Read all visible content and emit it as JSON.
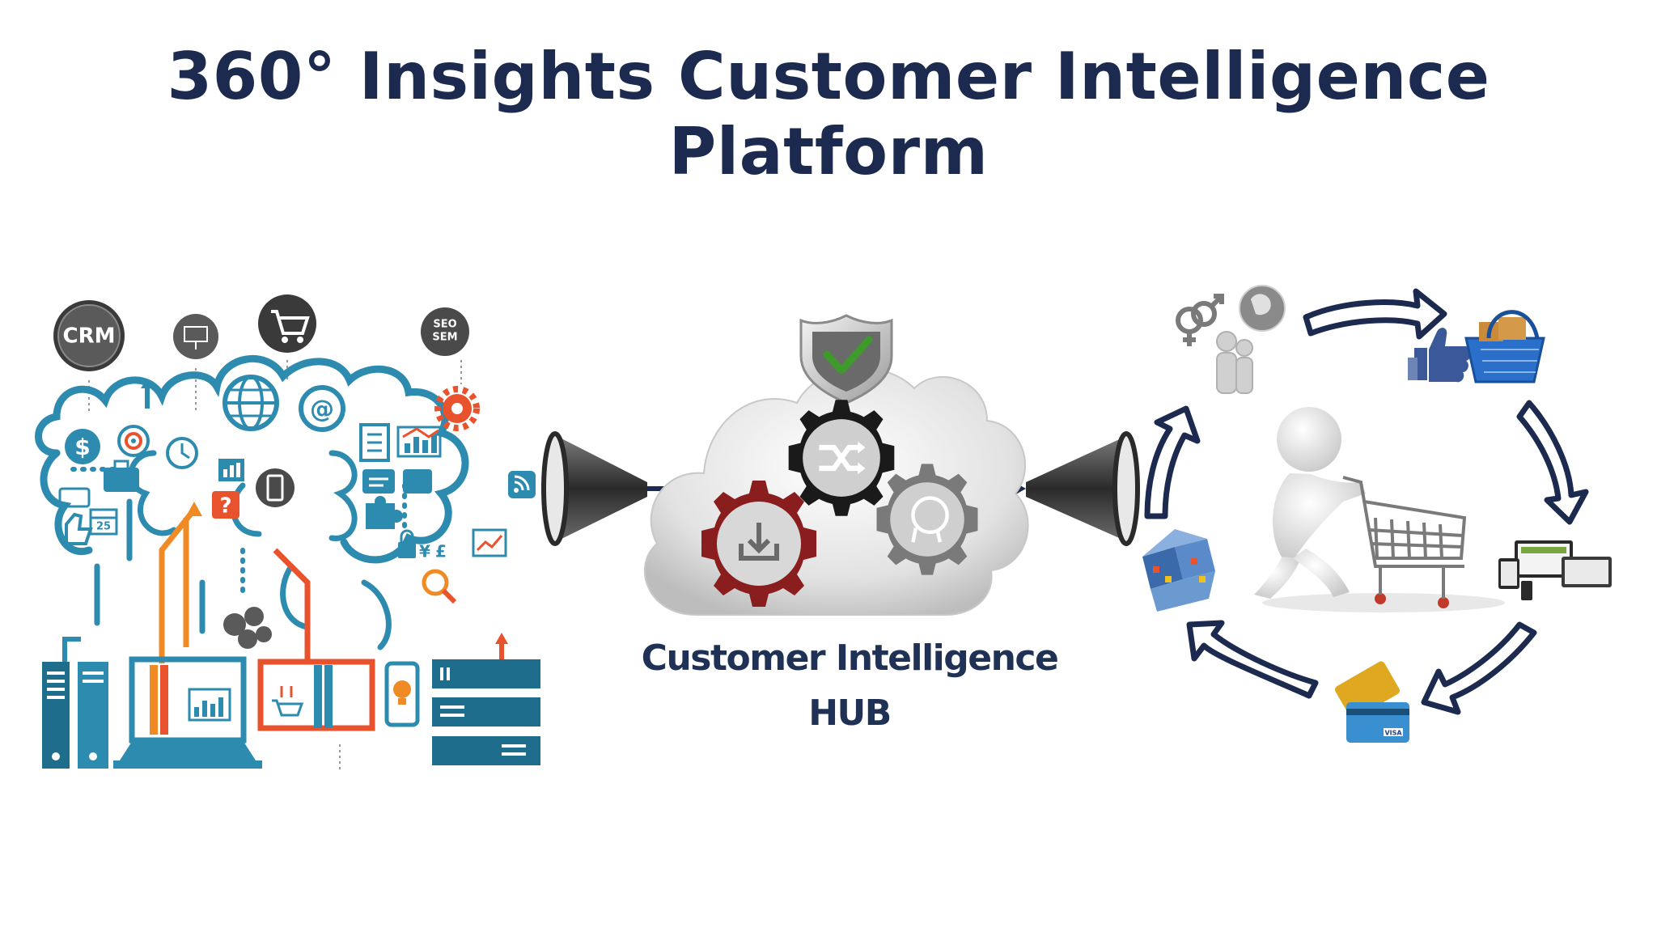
{
  "title": "360° Insights Customer Intelligence Platform",
  "hub": {
    "label_line1": "Customer Intelligence",
    "label_line2": "HUB"
  },
  "sources": {
    "badges": [
      "CRM",
      "SEO",
      "SEM"
    ],
    "icon_names": [
      "crm-badge",
      "presentation-icon",
      "shopping-cart-icon",
      "seo-sem-badge",
      "dollar-icon",
      "target-icon",
      "briefcase-icon",
      "clock-icon",
      "globe-icon",
      "at-sign-icon",
      "gear-icon",
      "document-icon",
      "bar-chart-icon",
      "chat-bubble-icon",
      "puzzle-icon",
      "thumbs-up-icon",
      "calendar-icon",
      "question-icon",
      "mobile-icon",
      "lock-icon",
      "magnifier-icon",
      "rss-icon",
      "social-network-icon",
      "server-icon",
      "laptop-icon",
      "storefront-icon",
      "lightbulb-icon",
      "server-rack-icon"
    ],
    "calendar_day": "25",
    "currency": [
      "$",
      "¥",
      "£"
    ]
  },
  "cycle": {
    "icon_names": [
      "gender-icon",
      "globe-icon",
      "family-icon",
      "like-icon",
      "shopping-basket-icon",
      "devices-icon",
      "credit-cards-icon",
      "social-cube-icon",
      "shopper-with-cart-figure"
    ],
    "card_brand": "VISA"
  },
  "colors": {
    "title": "#1b2a4e",
    "teal": "#2e8bb0",
    "orange": "#f08a24",
    "red_orange": "#e8532d",
    "navy_arrow": "#1b2a4e",
    "gear_red": "#8a1e1e",
    "gear_black": "#1a1a1a",
    "gear_gray": "#7a7a7a",
    "shield_check": "#3e9a2a"
  }
}
